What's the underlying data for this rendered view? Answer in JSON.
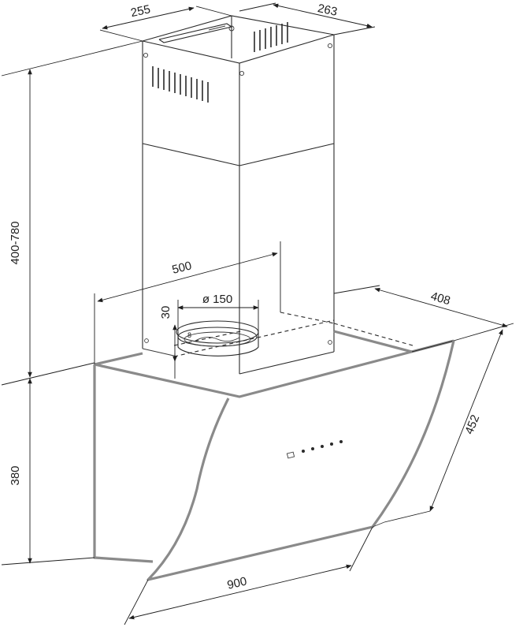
{
  "dimensions": {
    "chimney_width": "255",
    "chimney_depth": "263",
    "chimney_height": "400-780",
    "hood_depth": "500",
    "outlet_diameter": "ø 150",
    "outlet_height": "30",
    "body_depth": "408",
    "glass_length": "452",
    "body_height": "380",
    "hood_width": "900"
  },
  "colors": {
    "line": "#2a2a2a",
    "glass_frame": "#8a8a8a"
  }
}
